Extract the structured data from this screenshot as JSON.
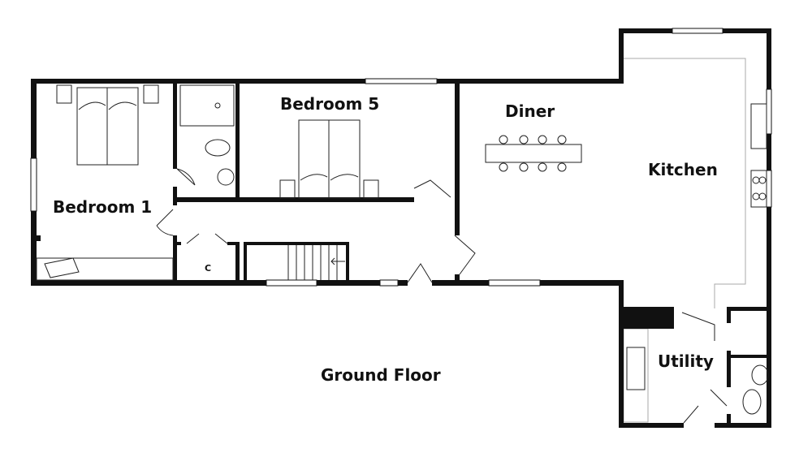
{
  "plan": {
    "title": "Ground Floor",
    "rooms": {
      "bedroom1": "Bedroom 1",
      "bedroom5": "Bedroom 5",
      "diner": "Diner",
      "kitchen": "Kitchen",
      "utility": "Utility",
      "cupboard": "C"
    }
  }
}
